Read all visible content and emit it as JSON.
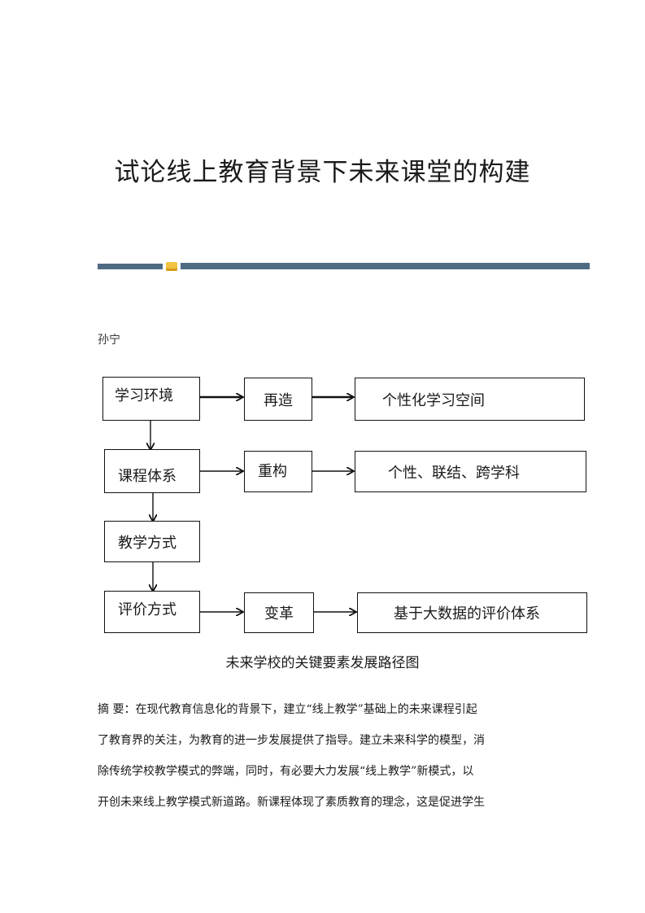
{
  "document": {
    "title": "试论线上教育背景下未来课堂的构建",
    "author": "孙宁"
  },
  "diagram": {
    "left_column": [
      "学习环境",
      "课程体系",
      "教学方式",
      "评价方式"
    ],
    "middle_column": [
      "再造",
      "重构",
      "变革"
    ],
    "right_column": [
      "个性化学习空间",
      "个性、联结、跨学科",
      "基于大数据的评价体系"
    ],
    "caption": "未来学校的关键要素发展路径图"
  },
  "abstract": {
    "lines": [
      "摘  要：在现代教育信息化的背景下，建立“线上教学”基础上的未来课程引起",
      "了教育界的关注，为教育的进一步发展提供了指导。建立未来科学的模型，消",
      "除传统学校教学模式的弊端，同时，有必要大力发展“线上教学”新模式，以",
      "开创未来线上教学模式新道路。新课程体现了素质教育的理念，这是促进学生"
    ]
  },
  "colors": {
    "rule": "#4f6b84",
    "rule_mark": "#f2c241",
    "text": "#1a1a1a"
  }
}
